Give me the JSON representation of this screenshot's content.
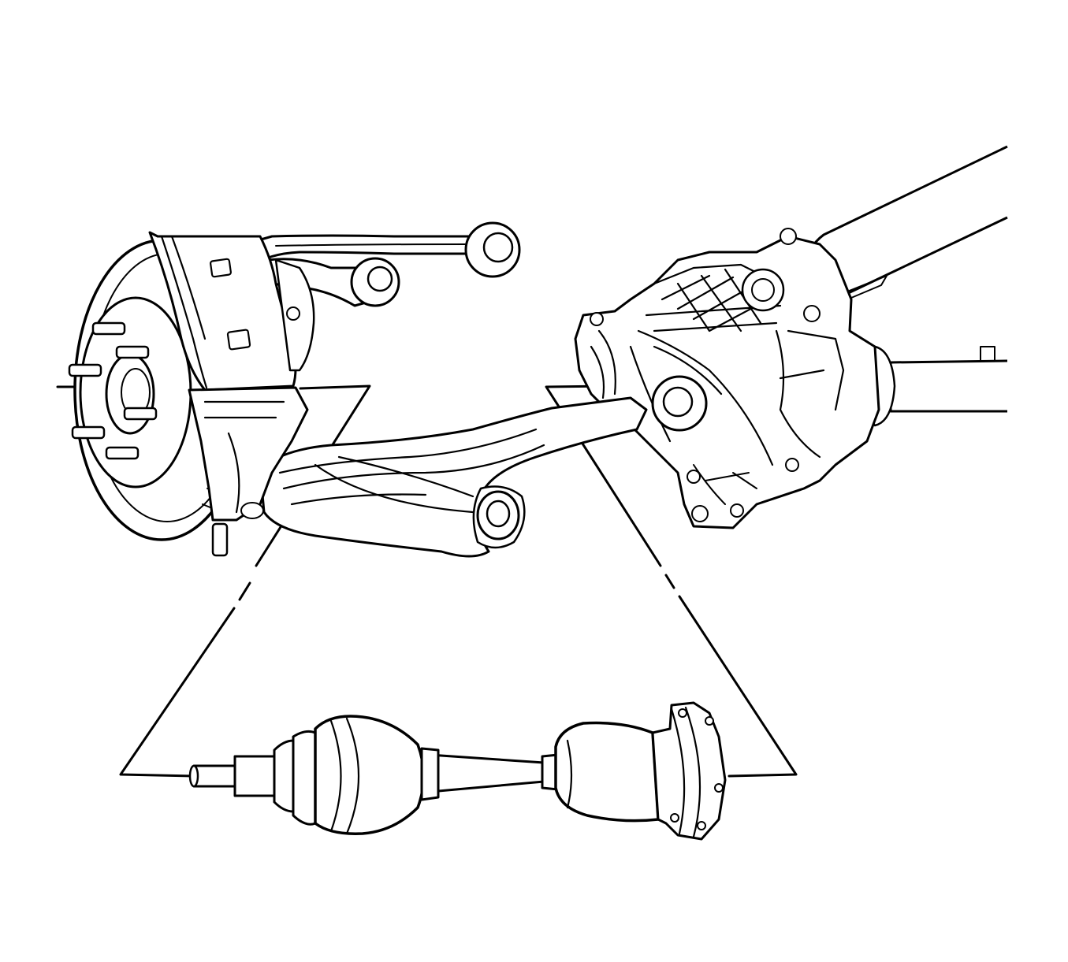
{
  "diagram": {
    "kind": "exploded-view line drawing",
    "line_color": "#000000",
    "background_color": "#ffffff",
    "components": [
      "brake-rotor-hub",
      "brake-caliper",
      "upper-control-arm",
      "lower-control-arm",
      "rear-differential",
      "drive-shaft",
      "half-shaft-assembly"
    ]
  }
}
